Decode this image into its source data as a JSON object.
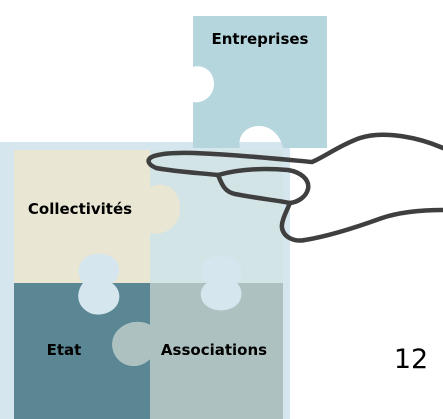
{
  "puzzle": {
    "pieces": [
      {
        "key": "entreprises",
        "label": "Entreprises",
        "color": "#b6d6dd"
      },
      {
        "key": "collectivites",
        "label": "Collectivités",
        "color": "#e9e6d3"
      },
      {
        "key": "right-upper",
        "label": "",
        "color": "#d3e4e6"
      },
      {
        "key": "etat",
        "label": "Etat",
        "color": "#5a8793"
      },
      {
        "key": "associations",
        "label": "Associations",
        "color": "#adc2c0"
      }
    ],
    "frame_color": "#d6e6ee"
  },
  "hand": {
    "icon": "open-hand-line-icon",
    "stroke_color": "#3f3f3f"
  },
  "page_number": "12"
}
